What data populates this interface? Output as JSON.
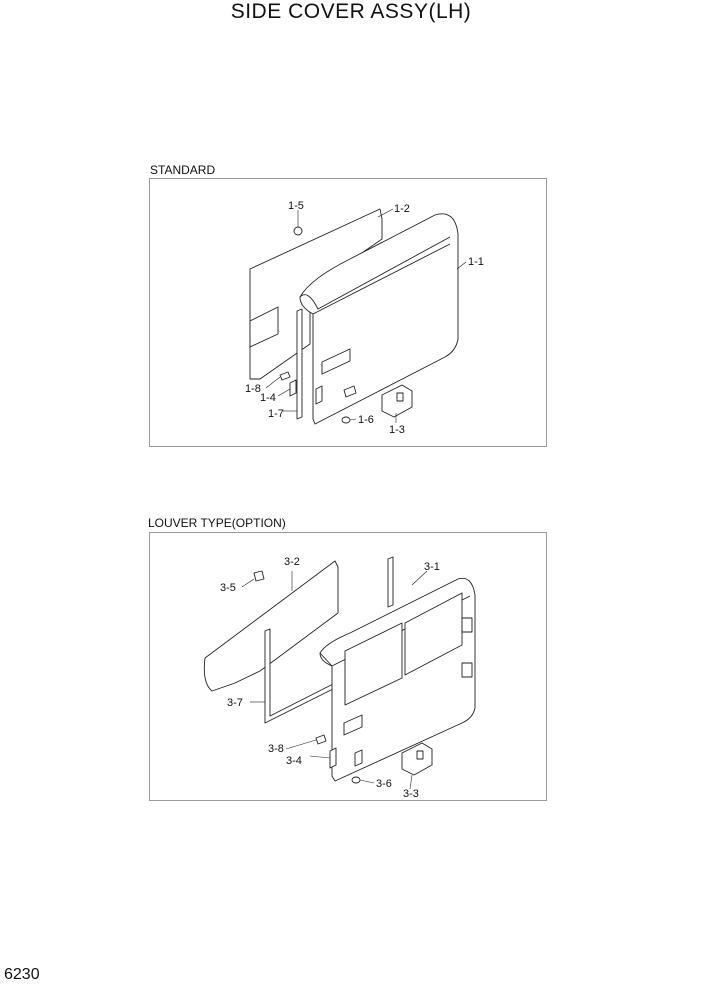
{
  "page": {
    "title": "SIDE COVER ASSY(LH)",
    "page_number": "6230"
  },
  "standard": {
    "label": "STANDARD",
    "callouts": {
      "c1_1": "1-1",
      "c1_2": "1-2",
      "c1_3": "1-3",
      "c1_4": "1-4",
      "c1_5": "1-5",
      "c1_6": "1-6",
      "c1_7": "1-7",
      "c1_8": "1-8"
    }
  },
  "louver": {
    "label": "LOUVER TYPE(OPTION)",
    "callouts": {
      "c3_1": "3-1",
      "c3_2": "3-2",
      "c3_3": "3-3",
      "c3_4": "3-4",
      "c3_5": "3-5",
      "c3_6": "3-6",
      "c3_7": "3-7",
      "c3_8": "3-8"
    }
  }
}
